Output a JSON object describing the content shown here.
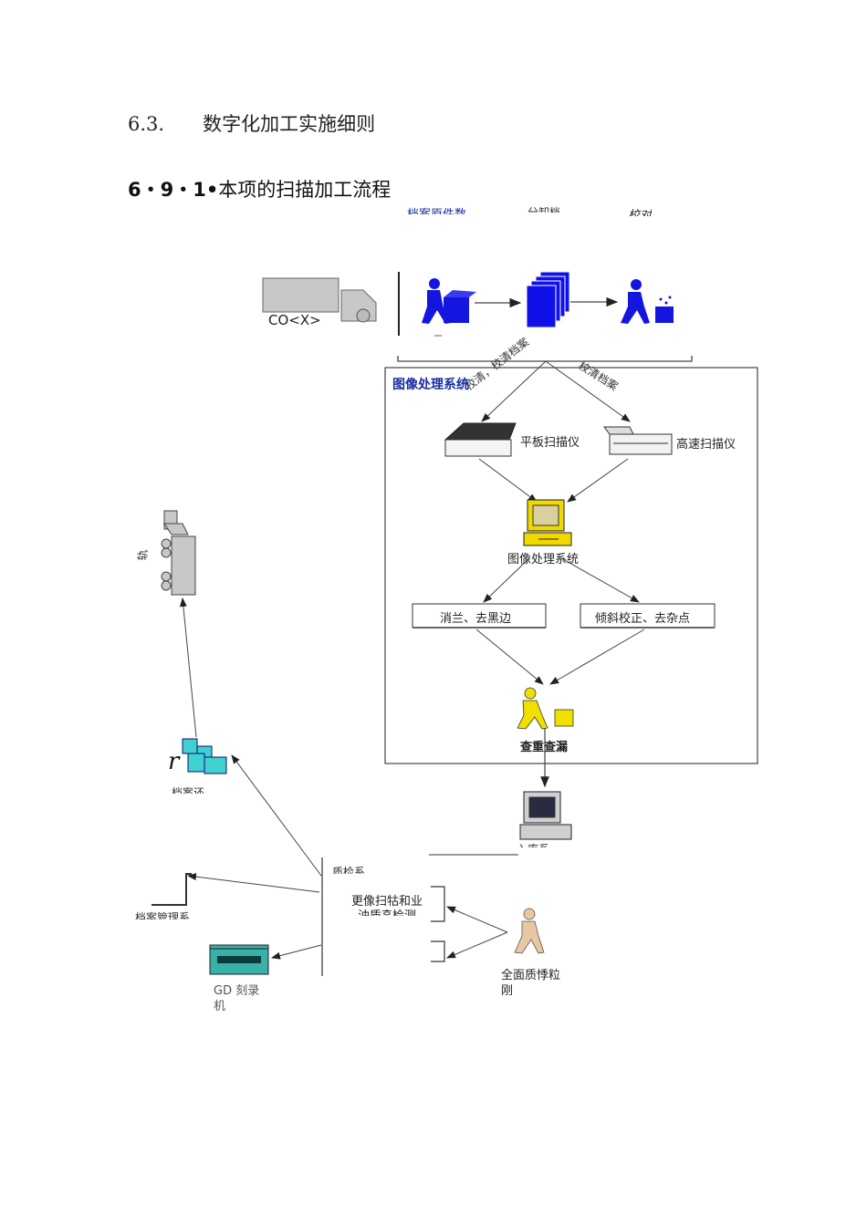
{
  "heading_section": "6.3.　　数字化加工实施细则",
  "heading_sub_num": "6・9・1•",
  "heading_sub_text": "本项的扫描加工流程",
  "top_labels": {
    "archive_source": "档案原件数",
    "split": "分卸档",
    "verify": "校对"
  },
  "truck_code": "CO<X>",
  "small_mark": "二",
  "diag_labels": {
    "left": "校清，校清档案",
    "right": "校清档案"
  },
  "system_title": "图像处理系统",
  "flatbed_scanner": "平板扫描仪",
  "highspeed_scanner": "高速扫描仪",
  "processing_pc": "图像处理系统",
  "process_left": "消兰、去黑边",
  "process_right": "倾斜校正、去杂点",
  "check_worker": "查重查漏",
  "server_side_label": "入库系",
  "robot_label": "轨",
  "archive_label": "档案还",
  "r_mark": "r",
  "qc_title": "质检系",
  "qc_box_line1": "更像扫牯和业",
  "qc_box_line2": "油质흔检测",
  "mgmt_label": "档案管理系",
  "burner_label_1": "GD 刻录",
  "burner_label_2": "机",
  "inspector_1": "全面质悸粒",
  "inspector_2": "刚"
}
